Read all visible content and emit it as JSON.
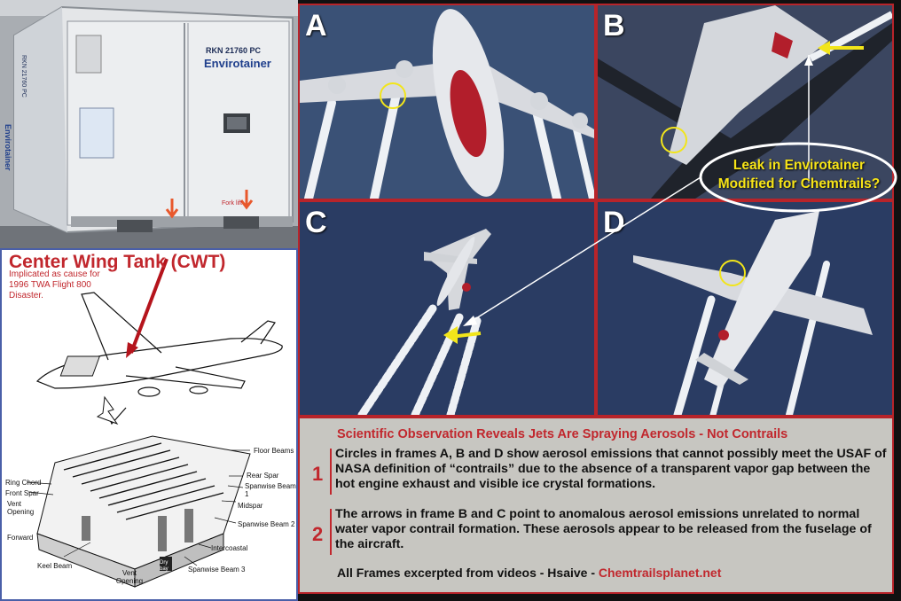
{
  "top_left_photo": {
    "container_label": "RKN 21760 PC",
    "brand": "Envirotainer",
    "side_brand": "Envirotainer",
    "side_code": "RKN 21760 PC",
    "fork_label": "Fork lift"
  },
  "cwt_diagram": {
    "title": "Center Wing Tank (CWT)",
    "note": "Implicated as cause for 1996 TWA Flight 800 Disaster.",
    "labels": {
      "floor_beams": "Floor Beams",
      "ring_chord": "Ring Chord",
      "front_spar": "Front Spar",
      "vent_opening_1": "Vent Opening",
      "forward": "Forward",
      "rear_spar": "Rear Spar",
      "spanwise_beam_1": "Spanwise Beam 1",
      "midspar": "Midspar",
      "spanwise_beam_2": "Spanwise Beam 2",
      "keel_beam": "Keel Beam",
      "intercoastal": "Intercoastal",
      "vent_opening_2": "Vent Opening",
      "dry_bay": "Dry bay",
      "spanwise_beam_3": "Spanwise Beam 3"
    }
  },
  "frames": {
    "a": {
      "letter": "A"
    },
    "b": {
      "letter": "B"
    },
    "c": {
      "letter": "C"
    },
    "d": {
      "letter": "D"
    }
  },
  "leak_callout": {
    "line1": "Leak in Envirotainer",
    "line2": "Modified for Chemtrails?"
  },
  "caption": {
    "title": "Scientific Observation Reveals Jets Are Spraying Aerosols - Not Contrails",
    "item1_number": "1",
    "item1_text": "Circles in frames A, B and D show aerosol emissions that cannot possibly meet the USAF of NASA definition of “contrails” due to the absence of a transparent vapor gap between the hot engine exhaust and visible ice crystal formations.",
    "item2_number": "2",
    "item2_text": "The arrows in frame B and C point to anomalous aerosol emissions unrelated to normal water vapor contrail formation. These aerosols appear to be released from the fuselage of the aircraft.",
    "footer_prefix": "All Frames excerpted from videos - Hsaive - ",
    "footer_link": "Chemtrailsplanet.net"
  },
  "colors": {
    "accent_red": "#c1272d",
    "callout_yellow": "#f7e417",
    "sky_blue": "#2e3f66",
    "caption_gray": "#c7c6c1"
  }
}
